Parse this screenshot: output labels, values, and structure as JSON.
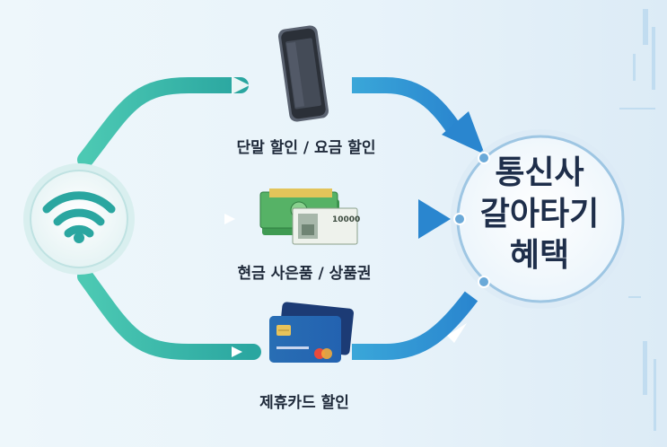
{
  "branches": [
    {
      "id": "device",
      "label": "단말 할인 / 요금 할인"
    },
    {
      "id": "cash",
      "label": "현금 사은품 / 상품권",
      "banknote_text": "10000"
    },
    {
      "id": "card",
      "label": "제휴카드 할인"
    }
  ],
  "hub": {
    "lines": [
      "통신사",
      "갈아타기",
      "혜택"
    ]
  },
  "source": {
    "icon": "wifi-icon"
  },
  "colors": {
    "teal": "#2fb8a6",
    "blue": "#2f8fd6",
    "navy": "#1e2e4a"
  }
}
